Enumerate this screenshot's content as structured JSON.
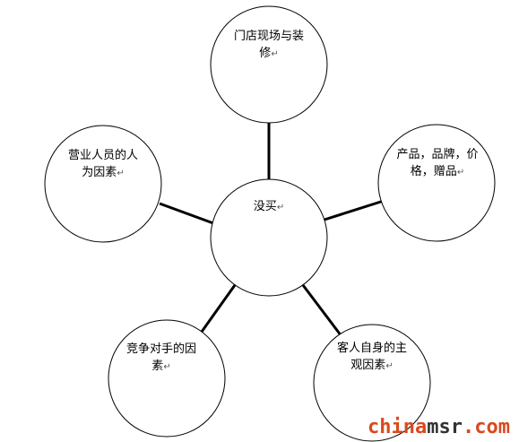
{
  "diagram": {
    "center": {
      "lines": [
        "没买"
      ]
    },
    "nodes": [
      {
        "id": "top",
        "lines": [
          "门店现场与装",
          "修"
        ]
      },
      {
        "id": "right",
        "lines": [
          "产品，品牌，价",
          "格，赠品"
        ]
      },
      {
        "id": "bottom-right",
        "lines": [
          "客人自身的主",
          "观因素"
        ]
      },
      {
        "id": "bottom-left",
        "lines": [
          "竞争对手的因",
          "素"
        ]
      },
      {
        "id": "left",
        "lines": [
          "营业人员的人",
          "为因素"
        ]
      }
    ],
    "paragraph_mark": "↵"
  },
  "watermark": {
    "part1": "china",
    "part2": "msr",
    "part3": ".com"
  },
  "colors": {
    "stroke": "#000000",
    "watermark_accent": "#d94a1e",
    "watermark_dark": "#333333"
  }
}
